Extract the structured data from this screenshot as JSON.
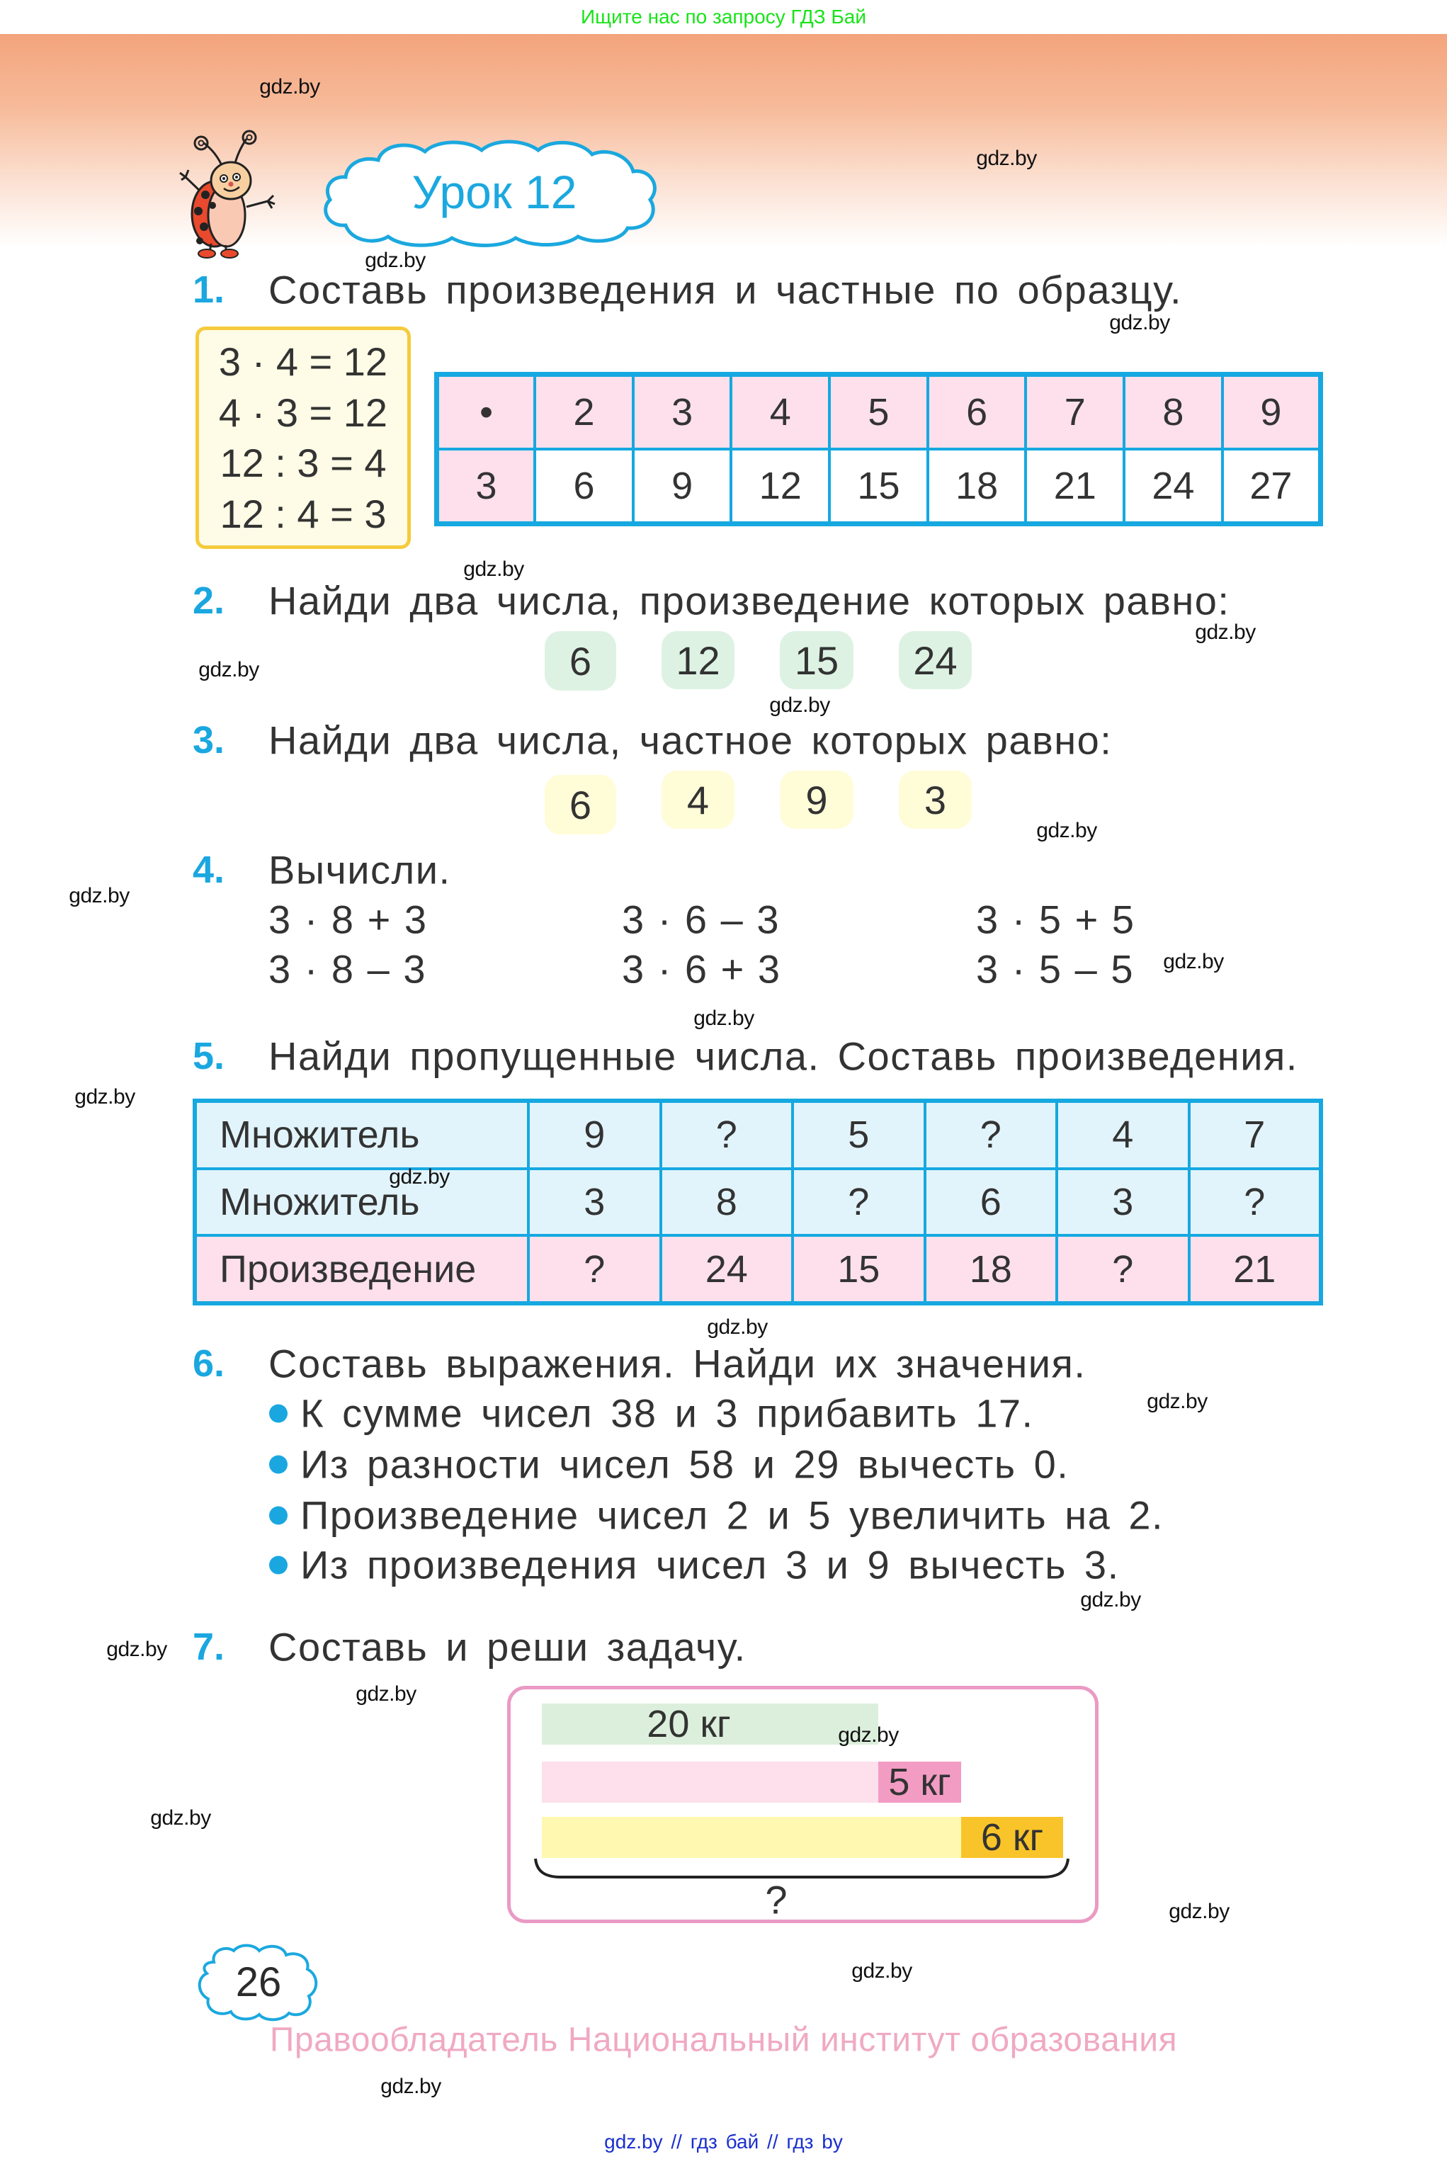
{
  "top_banner": "Ищите нас по запросу ГДЗ Бай",
  "lesson_title": "Урок 12",
  "exercises": {
    "ex1": {
      "number": "1.",
      "text": "Составь произведения и частные по образцу.",
      "sample": [
        "3 · 4 = 12",
        "4 · 3 = 12",
        "12 : 3 = 4",
        "12 : 4 = 3"
      ],
      "table": {
        "header": [
          "•",
          "2",
          "3",
          "4",
          "5",
          "6",
          "7",
          "8",
          "9"
        ],
        "row": [
          "3",
          "6",
          "9",
          "12",
          "15",
          "18",
          "21",
          "24",
          "27"
        ]
      }
    },
    "ex2": {
      "number": "2.",
      "text": "Найди два числа, произведение которых равно:",
      "values": [
        "6",
        "12",
        "15",
        "24"
      ]
    },
    "ex3": {
      "number": "3.",
      "text": "Найди два числа, частное которых равно:",
      "values": [
        "6",
        "4",
        "9",
        "3"
      ]
    },
    "ex4": {
      "number": "4.",
      "text": "Вычисли.",
      "expressions": [
        [
          "3 · 8 + 3",
          "3 · 6 – 3",
          "3 · 5 + 5"
        ],
        [
          "3 · 8 – 3",
          "3 · 6 + 3",
          "3 · 5 – 5"
        ]
      ]
    },
    "ex5": {
      "number": "5.",
      "text": "Найди пропущенные числа. Составь произведения.",
      "table": {
        "rows": [
          {
            "label": "Множитель",
            "values": [
              "9",
              "?",
              "5",
              "?",
              "4",
              "7"
            ]
          },
          {
            "label": "Множитель",
            "values": [
              "3",
              "8",
              "?",
              "6",
              "3",
              "?"
            ]
          },
          {
            "label": "Произведение",
            "values": [
              "?",
              "24",
              "15",
              "18",
              "?",
              "21"
            ]
          }
        ]
      }
    },
    "ex6": {
      "number": "6.",
      "text": "Составь выражения. Найди их значения.",
      "items": [
        "К сумме чисел 38 и 3 прибавить 17.",
        "Из разности чисел 58 и 29 вычесть 0.",
        "Произведение чисел 2 и 5 увеличить на 2.",
        "Из произведения чисел 3 и 9 вычесть 3."
      ]
    },
    "ex7": {
      "number": "7.",
      "text": "Составь и реши задачу.",
      "diagram": {
        "bar1_label": "20 кг",
        "bar2_extra_label": "5 кг",
        "bar3_extra_label": "6 кг",
        "total_label": "?",
        "colors": {
          "bar1": "#dcefdc",
          "bar2": "#fde0eb",
          "bar2_extra": "#f29cc4",
          "bar3": "#fff8b0",
          "bar3_extra": "#f9c42a"
        }
      }
    }
  },
  "page_number": "26",
  "copyright": "Правообладатель Национальный институт образования",
  "bottom_link": "gdz.by  //  гдз бай  //  гдз by",
  "watermark": "gdz.by",
  "colors": {
    "accent_blue": "#1aa7e0",
    "banner_green": "#19e319",
    "header_orange": "#f3a47c"
  }
}
